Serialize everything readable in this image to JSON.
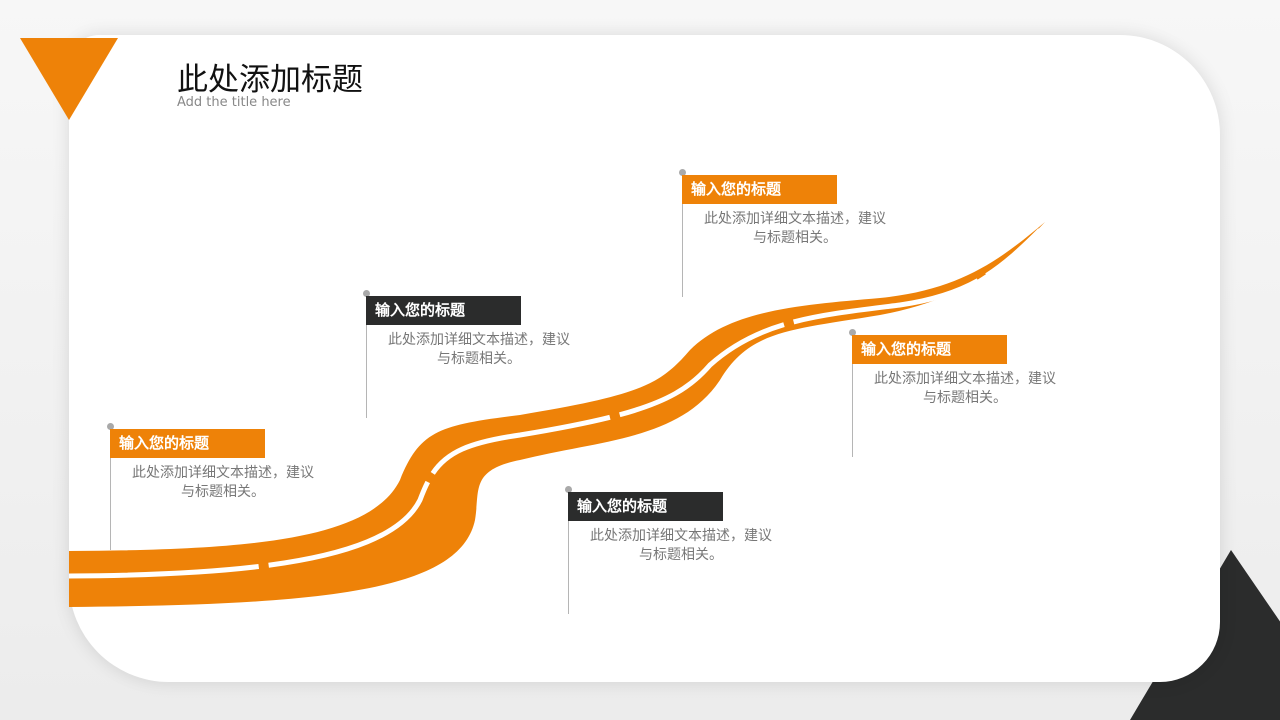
{
  "header": {
    "title": "此处添加标题",
    "subtitle": "Add the title here"
  },
  "colors": {
    "accent": "#ee8208",
    "dark": "#2b2c2c"
  },
  "callouts": [
    {
      "title": "输入您的标题",
      "desc1": "此处添加详细文本描述，建议",
      "desc2": "与标题相关。"
    },
    {
      "title": "输入您的标题",
      "desc1": "此处添加详细文本描述，建议",
      "desc2": "与标题相关。"
    },
    {
      "title": "输入您的标题",
      "desc1": "此处添加详细文本描述，建议",
      "desc2": "与标题相关。"
    },
    {
      "title": "输入您的标题",
      "desc1": "此处添加详细文本描述，建议",
      "desc2": "与标题相关。"
    },
    {
      "title": "输入您的标题",
      "desc1": "此处添加详细文本描述，建议",
      "desc2": "与标题相关。"
    }
  ]
}
